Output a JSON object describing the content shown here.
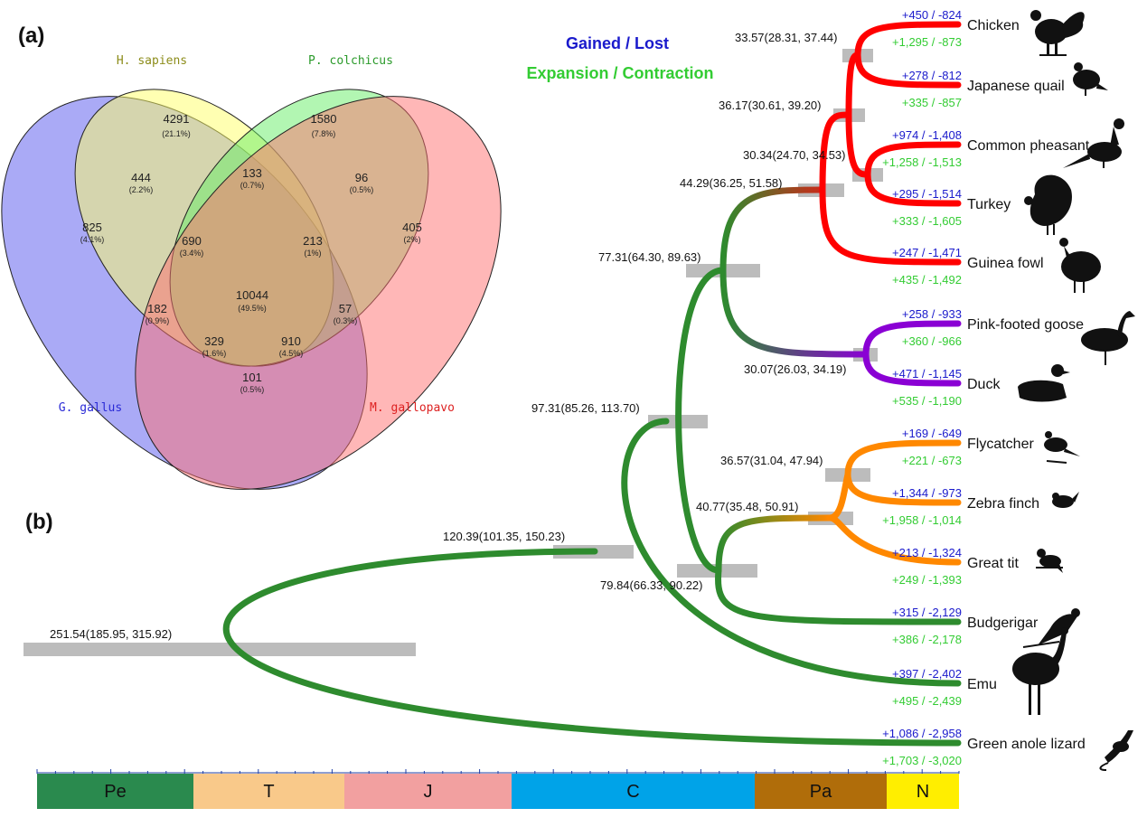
{
  "panel_a_label": "(a)",
  "panel_b_label": "(b)",
  "legend": {
    "gained_lost": "Gained / Lost",
    "expansion_contraction": "Expansion / Contraction",
    "gained_color": "#1a1acc",
    "expansion_color": "#33cc33"
  },
  "venn": {
    "sets": [
      {
        "name": "G. gallus",
        "color": "#5555ee",
        "label_color": "#2a2ad6"
      },
      {
        "name": "H. sapiens",
        "color": "#ffff66",
        "label_color": "#8c8c1a"
      },
      {
        "name": "P. colchicus",
        "color": "#66ee66",
        "label_color": "#2a9a2a"
      },
      {
        "name": "M. gallopavo",
        "color": "#ff6f6f",
        "label_color": "#dd2222"
      }
    ],
    "regions": [
      {
        "id": "gg",
        "count": "825",
        "pct": "(4.1%)"
      },
      {
        "id": "hs",
        "count": "4291",
        "pct": "(21.1%)"
      },
      {
        "id": "pc",
        "count": "1580",
        "pct": "(7.8%)"
      },
      {
        "id": "mg",
        "count": "405",
        "pct": "(2%)"
      },
      {
        "id": "gg_hs",
        "count": "444",
        "pct": "(2.2%)"
      },
      {
        "id": "hs_pc",
        "count": "133",
        "pct": "(0.7%)"
      },
      {
        "id": "pc_mg",
        "count": "96",
        "pct": "(0.5%)"
      },
      {
        "id": "gg_hs_pc",
        "count": "690",
        "pct": "(3.4%)"
      },
      {
        "id": "hs_pc_mg",
        "count": "213",
        "pct": "(1%)"
      },
      {
        "id": "all",
        "count": "10044",
        "pct": "(49.5%)"
      },
      {
        "id": "gg_pc",
        "count": "182",
        "pct": "(0.9%)"
      },
      {
        "id": "hs_mg",
        "count": "57",
        "pct": "(0.3%)"
      },
      {
        "id": "gg_pc_mg",
        "count": "329",
        "pct": "(1.6%)"
      },
      {
        "id": "gg_hs_mg",
        "count": "910",
        "pct": "(4.5%)"
      },
      {
        "id": "gg_mg",
        "count": "101",
        "pct": "(0.5%)"
      }
    ]
  },
  "tree": {
    "taxa": [
      {
        "name": "Chicken",
        "gl": "+450 / -824",
        "ec": "+1,295 / -873"
      },
      {
        "name": "Japanese quail",
        "gl": "+278 / -812",
        "ec": "+335 / -857"
      },
      {
        "name": "Common pheasant",
        "gl": "+974 / -1,408",
        "ec": "+1,258 / -1,513"
      },
      {
        "name": "Turkey",
        "gl": "+295 / -1,514",
        "ec": "+333 / -1,605"
      },
      {
        "name": "Guinea fowl",
        "gl": "+247 / -1,471",
        "ec": "+435 / -1,492"
      },
      {
        "name": "Pink-footed goose",
        "gl": "+258 / -933",
        "ec": "+360 / -966"
      },
      {
        "name": "Duck",
        "gl": "+471 / -1,145",
        "ec": "+535 / -1,190"
      },
      {
        "name": "Flycatcher",
        "gl": "+169 / -649",
        "ec": "+221 / -673"
      },
      {
        "name": "Zebra finch",
        "gl": "+1,344 / -973",
        "ec": "+1,958 / -1,014"
      },
      {
        "name": "Great tit",
        "gl": "+213 / -1,324",
        "ec": "+249 / -1,393"
      },
      {
        "name": "Budgerigar",
        "gl": "+315 / -2,129",
        "ec": "+386 / -2,178"
      },
      {
        "name": "Emu",
        "gl": "+397 / -2,402",
        "ec": "+495 / -2,439"
      },
      {
        "name": "Green anole lizard",
        "gl": "+1,086 / -2,958",
        "ec": "+1,703 / -3,020"
      }
    ],
    "nodes": [
      {
        "label": "251.54(185.95, 315.92)"
      },
      {
        "label": "120.39(101.35, 150.23)"
      },
      {
        "label": "97.31(85.26, 113.70)"
      },
      {
        "label": "79.84(66.33, 90.22)"
      },
      {
        "label": "77.31(64.30, 89.63)"
      },
      {
        "label": "44.29(36.25, 51.58)"
      },
      {
        "label": "36.17(30.61, 39.20)"
      },
      {
        "label": "33.57(28.31, 37.44)"
      },
      {
        "label": "30.34(24.70, 34.53)"
      },
      {
        "label": "30.07(26.03, 34.19)"
      },
      {
        "label": "40.77(35.48, 50.91)"
      },
      {
        "label": "36.57(31.04, 47.94)"
      }
    ],
    "clade_colors": {
      "green": "#2e8b2e",
      "red": "#ff0000",
      "purple": "#8a00d4",
      "orange": "#ff8800",
      "ci_bar": "#b8b8b8"
    }
  },
  "timescale": [
    {
      "label": "Pe",
      "color": "#2a8a4e"
    },
    {
      "label": "T",
      "color": "#f9c98a"
    },
    {
      "label": "J",
      "color": "#f2a0a0"
    },
    {
      "label": "C",
      "color": "#00a3e8"
    },
    {
      "label": "Pa",
      "color": "#b06d0a"
    },
    {
      "label": "N",
      "color": "#ffee00"
    }
  ]
}
